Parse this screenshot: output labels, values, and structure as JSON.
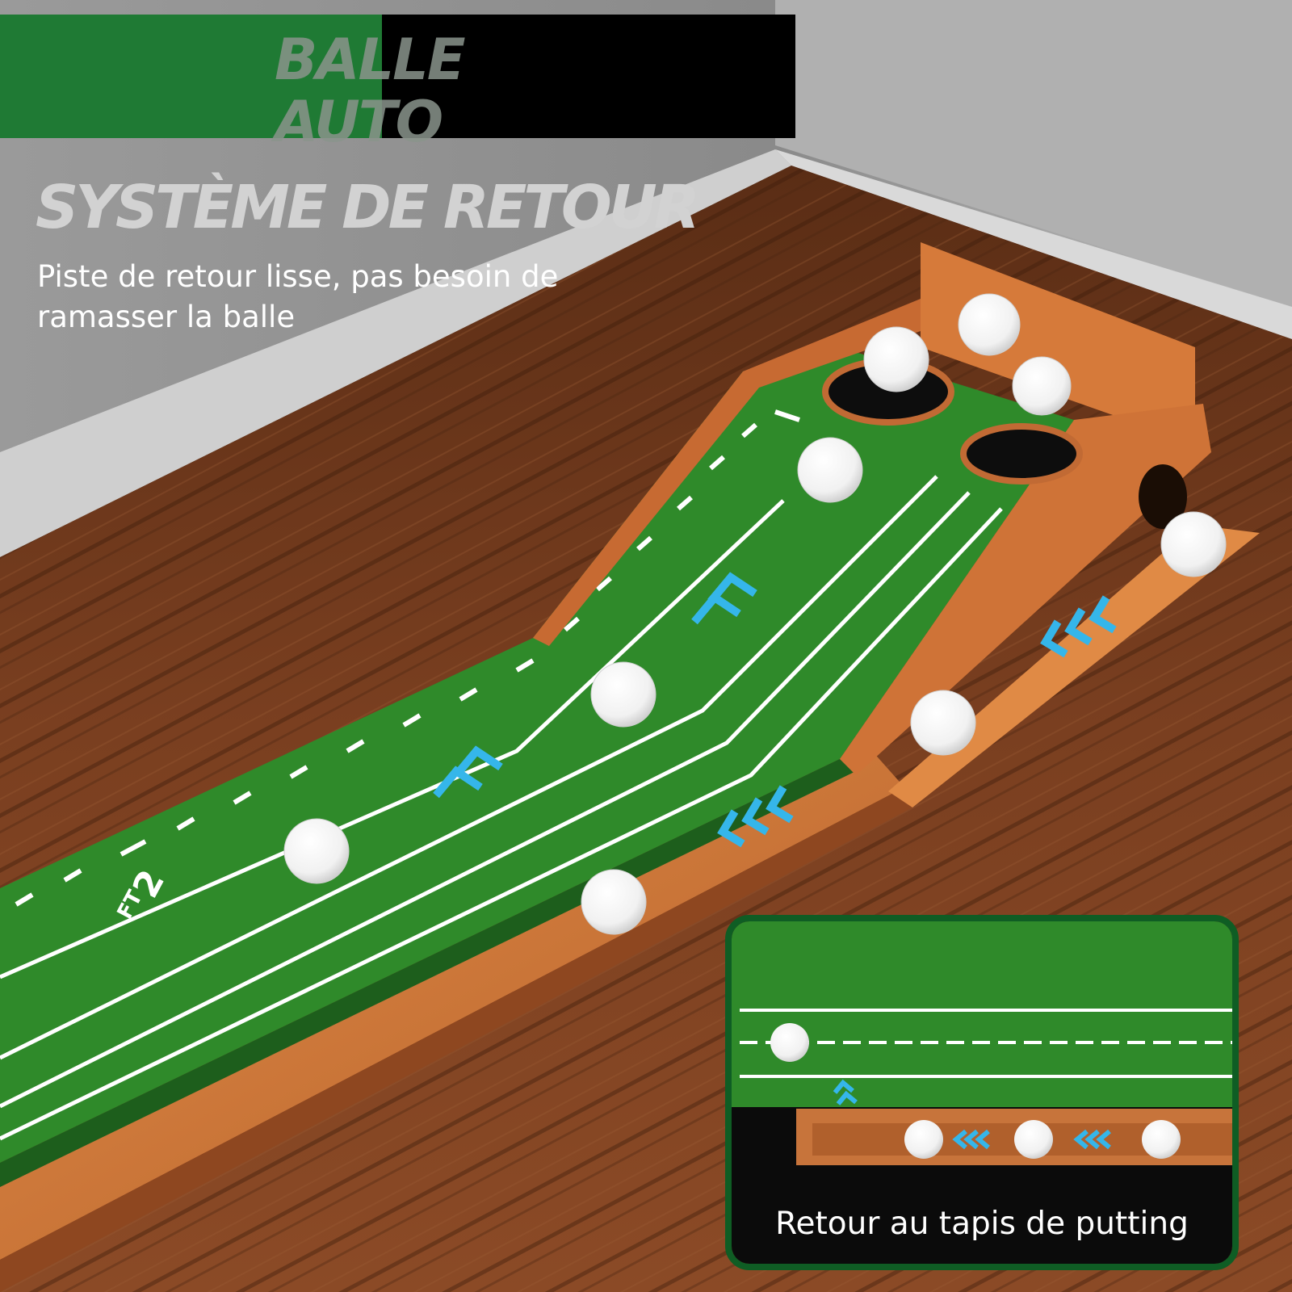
{
  "banner": {
    "title_line1": "BALLE",
    "title_line2": "AUTO",
    "green_color": "#1f7a34",
    "black_color": "#000000",
    "title_color": "#8a958c"
  },
  "headline": {
    "text": "SYSTÈME DE RETOUR",
    "color": "#d2d2d2"
  },
  "subline": {
    "text": "Piste de retour lisse, pas besoin de ramasser la balle",
    "color": "#ffffff"
  },
  "mat": {
    "distance_label": "2",
    "distance_unit": "FT",
    "turf_color": "#2f8a2a",
    "wood_color": "#c7743b",
    "arrow_color": "#35b6ea",
    "ball_color": "#ffffff"
  },
  "inset": {
    "caption": "Retour au tapis de putting",
    "border_color": "#0f5d24",
    "caption_color": "#ffffff"
  }
}
